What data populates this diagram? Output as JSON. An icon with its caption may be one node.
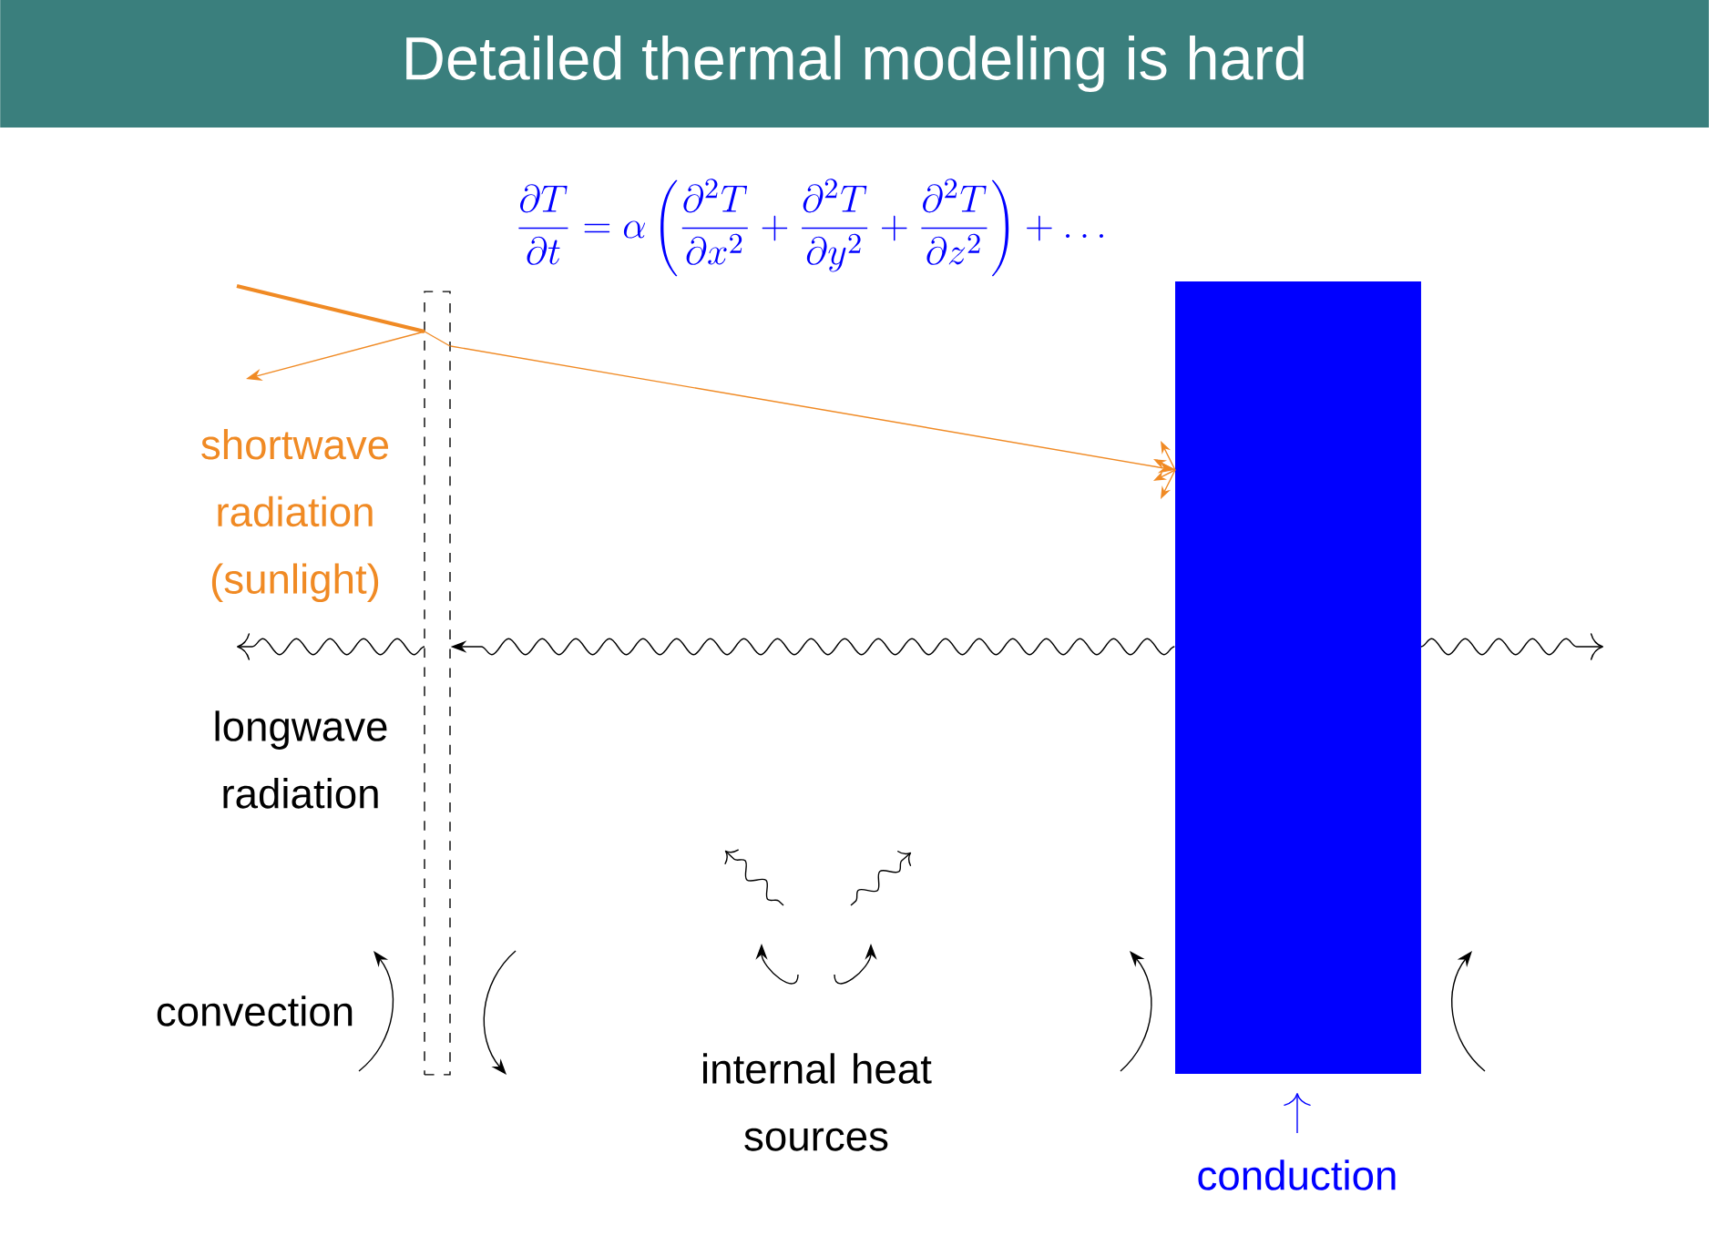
{
  "diagram": {
    "title": "Detailed thermal modeling is hard",
    "nodes": [
      {
        "text": [],
        "shape": "box"
      },
      {
        "text": [],
        "shape": "bar"
      }
    ],
    "edges": [
      {
        "from": 0,
        "to": 1,
        "arrow": "to",
        "color": "#f08a24"
      },
      {
        "from": 1,
        "to": 0,
        "arrow": "to",
        "color": "#000000"
      }
    ],
    "labels": [
      "\\frac{\\partial T}{\\partial t} = \\alpha \\left( \\frac{\\partial^2 T}{\\partial x^2} + \\frac{\\partial^2 T}{\\partial y^2} + \\frac{\\partial^2 T}{\\partial z^2} \\right) + \\dots",
      "shortwave radiation (sunlight)",
      "longwave radiation",
      "convection",
      "internal heat sources",
      "conduction"
    ]
  }
}
